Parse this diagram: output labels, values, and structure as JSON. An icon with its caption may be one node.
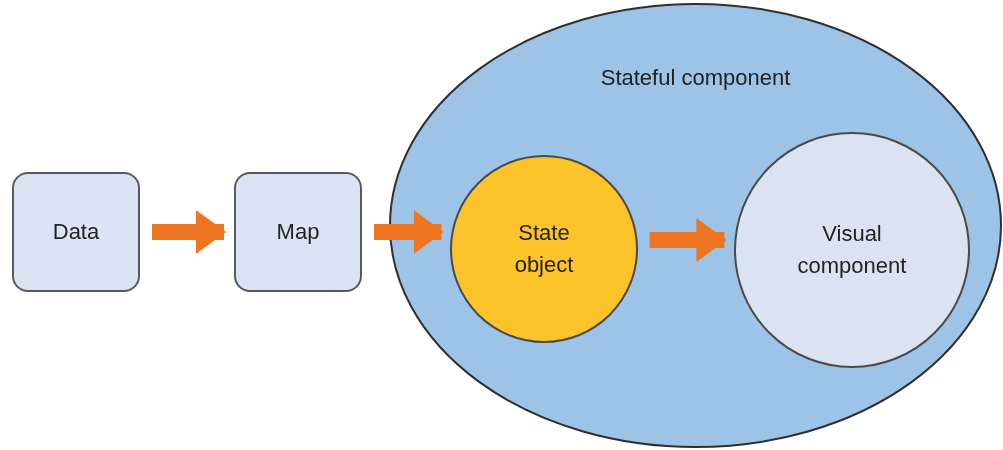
{
  "diagram": {
    "nodes": [
      {
        "text": [
          "Data"
        ]
      },
      {
        "text": [
          "Map"
        ]
      },
      {
        "text": [
          "Stateful component"
        ]
      },
      {
        "text": [
          "State object"
        ],
        "in": 2
      },
      {
        "text": [
          "Visual component"
        ],
        "in": 2
      }
    ],
    "edges": [
      {
        "from": 0,
        "to": 1,
        "arrow": "to"
      },
      {
        "from": 1,
        "to": 3,
        "arrow": "to"
      },
      {
        "from": 3,
        "to": 4,
        "arrow": "to"
      }
    ]
  }
}
